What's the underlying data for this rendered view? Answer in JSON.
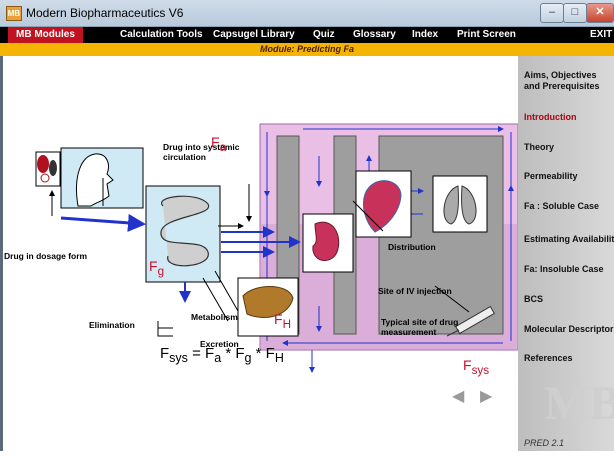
{
  "window": {
    "title": "Modern Biopharmaceutics V6",
    "app_badge": "MB"
  },
  "menu": {
    "items": [
      "MB Modules",
      "Calculation Tools",
      "Capsugel Library",
      "Quiz",
      "Glossary",
      "Index",
      "Print Screen"
    ],
    "exit": "EXIT"
  },
  "module_title": "Module: Predicting Fa",
  "sidebar": {
    "items": [
      "Aims, Objectives and Prerequisites",
      "Introduction",
      "Theory",
      "Permeability",
      "Fa : Soluble Case",
      "Estimating Availability",
      "Fa: Insoluble Case",
      "BCS",
      "Molecular Descriptors",
      "References"
    ],
    "active": "Introduction",
    "version": "PRED 2.1",
    "watermark": "MB"
  },
  "diagram": {
    "labels": {
      "drug_into_systemic": "Drug into systemic circulation",
      "drug_dosage_form": "Drug in dosage form",
      "elimination": "Elimination",
      "metabolism": "Metabolism",
      "excretion": "Excretion",
      "distribution": "Distribution",
      "site_iv": "Site of IV injection",
      "typical_site": "Typical site of drug measurement"
    },
    "symbols": {
      "fa": "F",
      "fa_sub": "a",
      "fg": "F",
      "fg_sub": "g",
      "fh": "F",
      "fh_sub": "H",
      "fsys": "F",
      "fsys_sub": "sys"
    },
    "formula": {
      "lhs": "F",
      "lhs_sub": "sys",
      "eq": " = ",
      "a": "F",
      "a_sub": "a",
      "op1": " * ",
      "g": "F",
      "g_sub": "g",
      "op2": " * ",
      "h": "F",
      "h_sub": "H"
    },
    "colors": {
      "system_fill": "#e9bfe6",
      "system_border": "#a06aa6",
      "gut_fill": "#cfeaf4",
      "flow_arrow": "#2233cc"
    },
    "icons": [
      "capsule-pills-icon",
      "human-swallow-icon",
      "intestine-icon",
      "liver-icon",
      "kidney-icon",
      "heart-icon",
      "lungs-icon",
      "syringe-icon"
    ]
  }
}
